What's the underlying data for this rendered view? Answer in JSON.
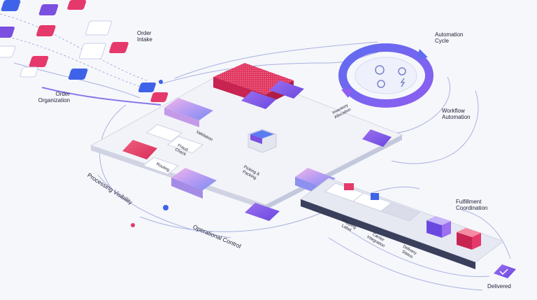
{
  "labels": {
    "order_intake": "Order\nIntake",
    "order_organization": "Order\nOrganization",
    "automation_cycle": "Automation\nCycle",
    "workflow_automation": "Workflow\nAutomation",
    "fulfillment_coordination": "Fulfillment\nCoordination",
    "delivered": "Delivered",
    "processing_visibility": "Processing Visibility",
    "operational_control": "Operational Control",
    "validation": "Validation",
    "fraud_check": "Fraud\nCheck",
    "routing": "Routing",
    "inventory_allocation": "Inventory\nAllocation",
    "picking_packing": "Picking &\nPacking",
    "shipping_label": "Shipping\nLabel",
    "carrier_integration": "Carrier\nIntegration",
    "delivery_status": "Delivery\nStatus"
  },
  "colors": {
    "accent_pink": "#e6396b",
    "accent_purple": "#7b4fe0",
    "accent_blue": "#3f63e8",
    "platform": "#eef0f6",
    "line": "#9aa4d8"
  }
}
